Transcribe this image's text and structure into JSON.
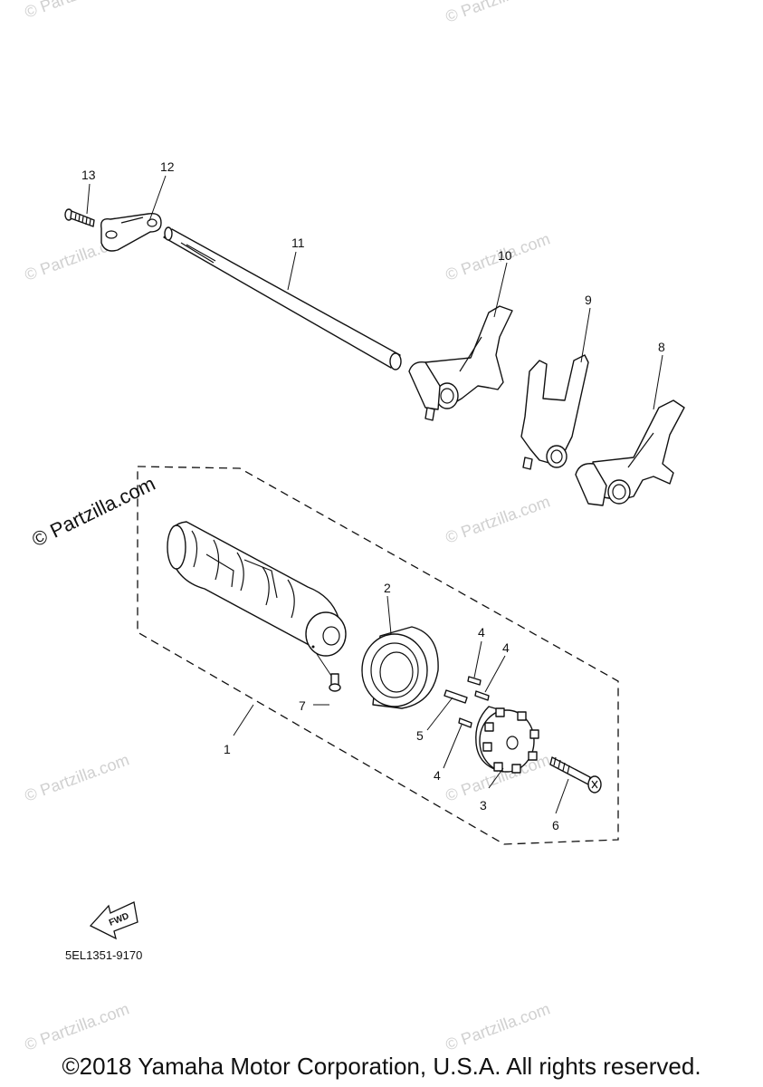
{
  "watermark": {
    "text": "© Partzilla.com",
    "large_text": "© Partzilla.com"
  },
  "part_labels": {
    "p1": "1",
    "p2": "2",
    "p3": "3",
    "p4a": "4",
    "p4b": "4",
    "p4c": "4",
    "p5": "5",
    "p6": "6",
    "p7": "7",
    "p8": "8",
    "p9": "9",
    "p10": "10",
    "p11": "11",
    "p12": "12",
    "p13": "13"
  },
  "fwd_label": "FWD",
  "diagram_code": "5EL1351-9170",
  "copyright": "©2018 Yamaha Motor Corporation, U.S.A. All rights reserved."
}
